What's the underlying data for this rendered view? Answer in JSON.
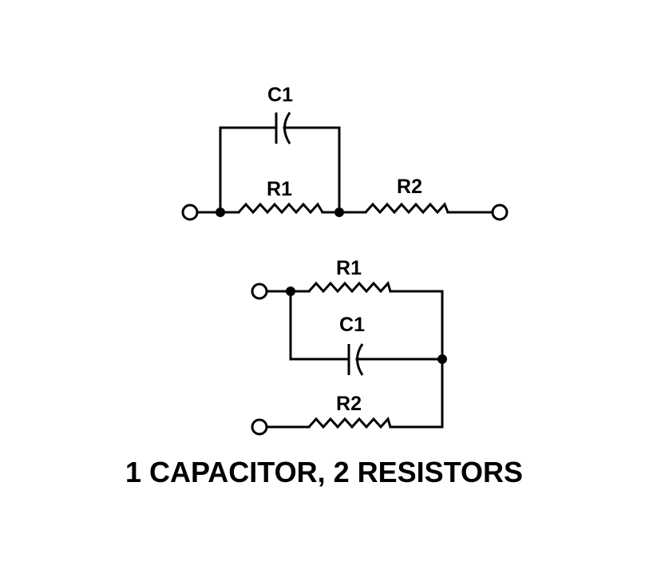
{
  "diagram": {
    "caption": "1 CAPACITOR, 2 RESISTORS",
    "circuit_a": {
      "description": "R1 in parallel with C1, in series with R2",
      "labels": {
        "c1": "C1",
        "r1": "R1",
        "r2": "R2"
      }
    },
    "circuit_b": {
      "description": "R1 in parallel with C1, R2 from second terminal to common node",
      "labels": {
        "r1": "R1",
        "c1": "C1",
        "r2": "R2"
      }
    },
    "colors": {
      "line": "#000000",
      "background": "#ffffff"
    }
  }
}
